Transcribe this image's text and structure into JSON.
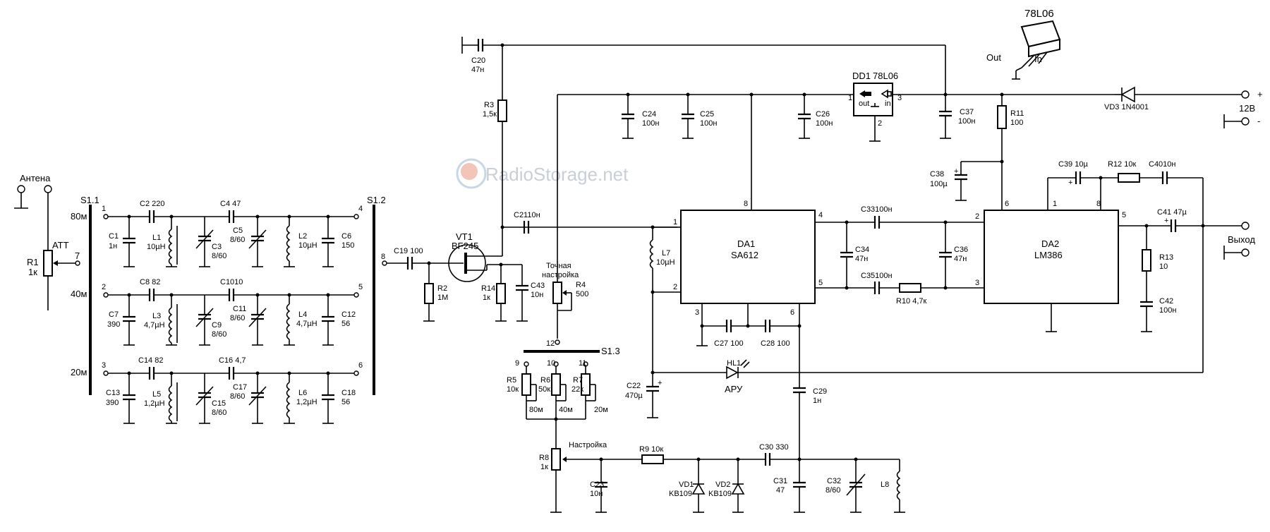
{
  "watermark": "RadioStorage.net",
  "inputs": {
    "antenna": "Антена",
    "att": "АТТ",
    "r1": "R1",
    "r1_val": "1к",
    "pin7": "7"
  },
  "switches": {
    "s11": "S1.1",
    "s12": "S1.2",
    "s13": "S1.3"
  },
  "bands": {
    "b80": "80м",
    "b40": "40м",
    "b20": "20м",
    "sw80": "80м",
    "sw40": "40м",
    "sw20": "20м"
  },
  "pins": {
    "p1": "1",
    "p2": "2",
    "p3": "3",
    "p4": "4",
    "p5": "5",
    "p6": "6",
    "p8": "8",
    "p9": "9",
    "p10": "10",
    "p11": "11",
    "p12": "12"
  },
  "filters": {
    "row1": {
      "c1": "C1",
      "c1v": "1н",
      "c2": "C2 220",
      "l1": "L1",
      "l1v": "10µН",
      "c3": "C3",
      "c3v": "8/60",
      "c4": "C4 47",
      "c5": "C5",
      "c5v": "8/60",
      "l2": "L2",
      "l2v": "10µН",
      "c6": "C6",
      "c6v": "150"
    },
    "row2": {
      "c7": "C7",
      "c7v": "390",
      "c8": "C8 82",
      "l3": "L3",
      "l3v": "4,7µН",
      "c9": "C9",
      "c9v": "8/60",
      "c10": "C1010",
      "c11": "C11",
      "c11v": "8/60",
      "l4": "L4",
      "l4v": "4,7µН",
      "c12": "C12",
      "c12v": "56"
    },
    "row3": {
      "c13": "C13",
      "c13v": "390",
      "c14": "C14 82",
      "l5": "L5",
      "l5v": "1,2µН",
      "c15": "C15",
      "c15v": "8/60",
      "c16": "C16 4,7",
      "c17": "C17",
      "c17v": "8/60",
      "l6": "L6",
      "l6v": "1,2µН",
      "c18": "C18",
      "c18v": "56"
    }
  },
  "amp": {
    "c19": "C19 100",
    "c20": "C20",
    "c20v": "47н",
    "r2": "R2",
    "r2v": "1М",
    "r3": "R3",
    "r3v": "1,5к",
    "vt1": "VT1",
    "vt1v": "BF245",
    "r14": "R14",
    "r14v": "1к",
    "c43": "C43",
    "c43v": "10н",
    "c21": "C2110н"
  },
  "tuning": {
    "fine1": "Точная",
    "fine2": "настройка",
    "r4": "R4",
    "r4v": "500",
    "r5": "R5",
    "r5v": "10к",
    "r6": "R6",
    "r6v": "50к",
    "r7": "R7",
    "r7v": "22к",
    "main": "Настройка",
    "r8": "R8",
    "r8v": "1к",
    "r9": "R9 10к",
    "c23": "C23",
    "c23v": "10н",
    "vd1": "VD1",
    "vd1v": "KB109",
    "vd2": "VD2",
    "vd2v": "KB109",
    "c30": "C30 330",
    "c31": "C31",
    "c31v": "47",
    "c32": "C32",
    "c32v": "8/60",
    "l8": "L8"
  },
  "supply": {
    "dd1": "DD1",
    "dd1v": "78L06",
    "out": "out",
    "in": "in",
    "pkg": "78L06",
    "pkg_out": "Out",
    "pkg_in": "In",
    "c24": "C24",
    "c24v": "100н",
    "c25": "C25",
    "c25v": "100н",
    "c26": "C26",
    "c26v": "100н",
    "c37": "C37",
    "c37v": "100н",
    "r11": "R11",
    "r11v": "100",
    "c38": "C38",
    "c38v": "100µ",
    "vd3": "VD3 1N4001",
    "v12": "12В",
    "plus": "+",
    "minus": "-"
  },
  "mixer": {
    "da1": "DA1",
    "da1v": "SA612",
    "l7": "L7",
    "l7v": "10µН",
    "c22": "C22",
    "c22v": "470µ",
    "c27": "C27 100",
    "c28": "C28 100",
    "c29": "C29",
    "c29v": "1н",
    "hl1": "HL1",
    "agc": "АРУ"
  },
  "audio": {
    "da2": "DA2",
    "da2v": "LM386",
    "c33": "C33100н",
    "c34": "C34",
    "c34v": "47н",
    "c35": "C35100н",
    "c36": "C36",
    "c36v": "47н",
    "r10": "R10 4,7к",
    "c39": "C39 10µ",
    "r12": "R12 10к",
    "c40": "C4010н",
    "c41": "C41 47µ",
    "r13": "R13",
    "r13v": "10",
    "c42": "C42",
    "c42v": "100н",
    "output": "Выход"
  }
}
